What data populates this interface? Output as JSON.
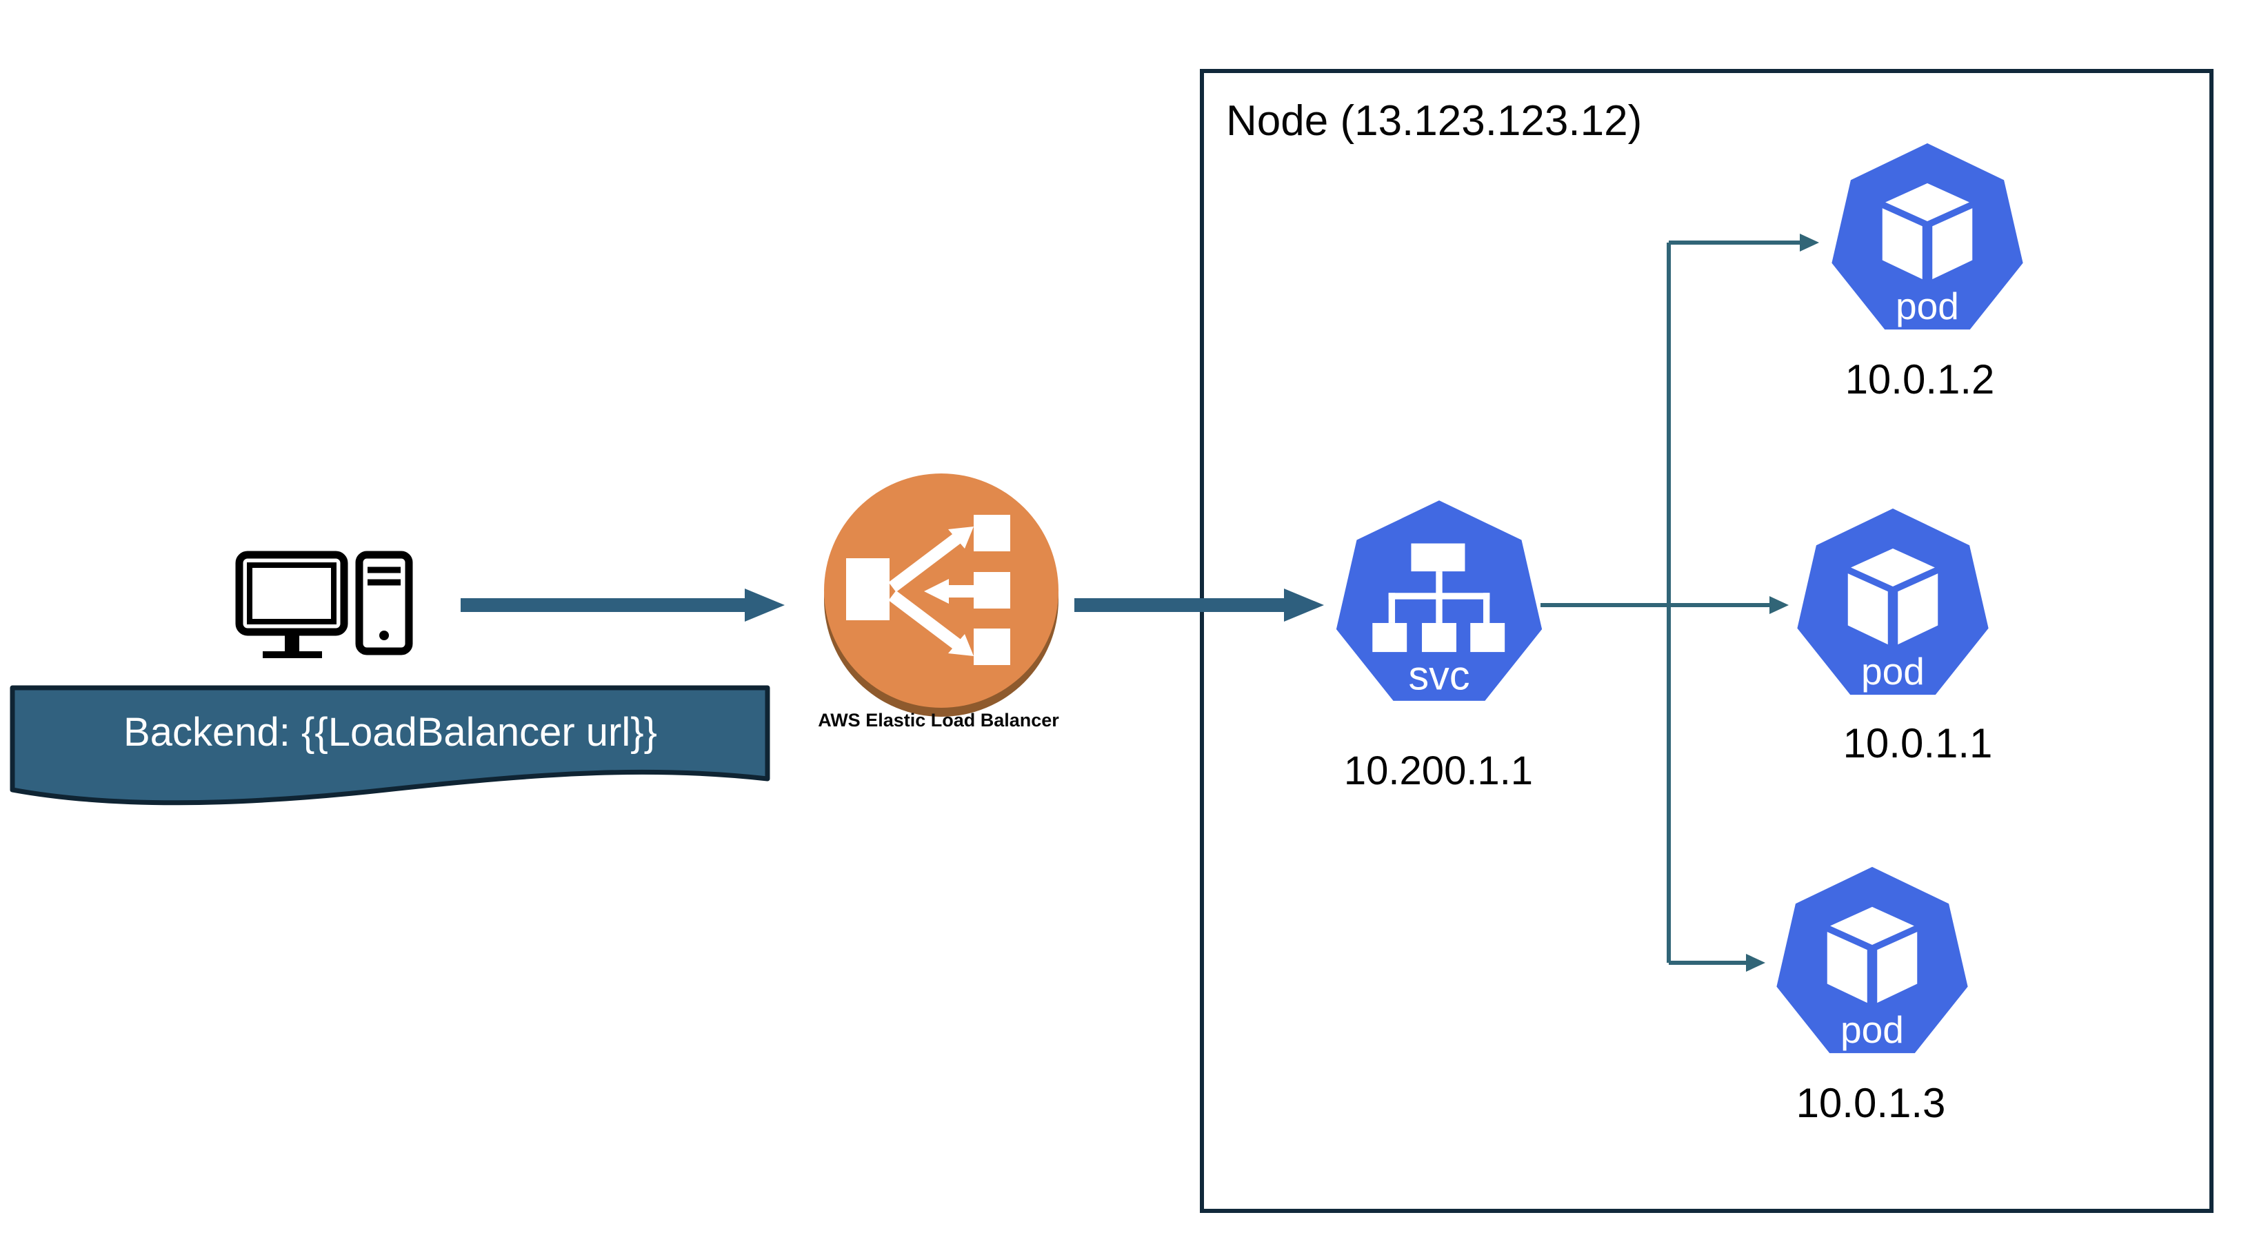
{
  "diagram": {
    "title_context": "Kubernetes service exposed through AWS Elastic Load Balancer",
    "backend_banner": {
      "text": "Backend: {{LoadBalancer url}}"
    },
    "client": {
      "icon": "desktop-computer-icon"
    },
    "load_balancer": {
      "caption": "AWS Elastic Load Balancer",
      "icon": "aws-elb-icon"
    },
    "node": {
      "label": "Node (13.123.123.12)"
    },
    "service": {
      "icon_text": "svc",
      "ip": "10.200.1.1"
    },
    "pods": [
      {
        "icon_text": "pod",
        "ip": "10.0.1.2"
      },
      {
        "icon_text": "pod",
        "ip": "10.0.1.1"
      },
      {
        "icon_text": "pod",
        "ip": "10.0.1.3"
      }
    ],
    "colors": {
      "steel_blue_arrow": "#2E5F7E",
      "banner_fill": "#31617F",
      "dark_navy_border": "#0F2433",
      "node_border": "#11293B",
      "thin_connector": "#316577",
      "kubernetes_blue": "#4169E2",
      "elb_orange": "#E1894C",
      "elb_orange_shadow": "#8E5A2D",
      "text_black": "#000000",
      "text_white": "#FFFFFF"
    }
  }
}
